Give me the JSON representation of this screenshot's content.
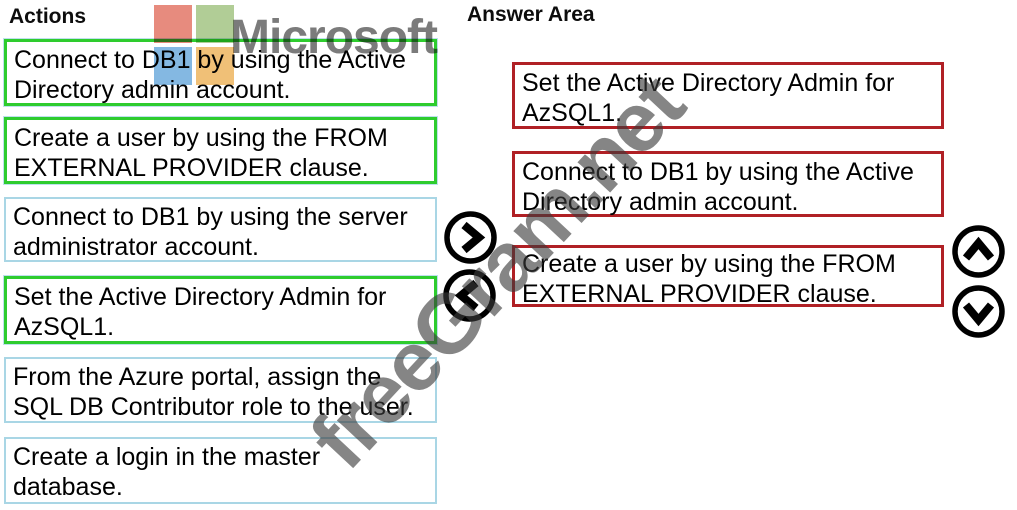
{
  "panel": {
    "actions_header": "Actions",
    "answer_header": "Answer Area"
  },
  "actions": [
    {
      "text": "Connect to DB1 by using the Active Directory admin account.",
      "state": "selected"
    },
    {
      "text": "Create a user by using the FROM EXTERNAL PROVIDER clause.",
      "state": "selected"
    },
    {
      "text": "Connect to DB1 by using the server administrator account.",
      "state": "available"
    },
    {
      "text": "Set the Active Directory Admin for AzSQL1.",
      "state": "selected"
    },
    {
      "text": "From the Azure portal, assign the SQL DB Contributor role to the user.",
      "state": "available"
    },
    {
      "text": "Create a login in the master database.",
      "state": "available"
    }
  ],
  "answer_area": [
    {
      "text": "Set the Active Directory Admin for AzSQL1."
    },
    {
      "text": "Connect to DB1 by using the Active Directory admin account."
    },
    {
      "text": "Create a user by using the FROM EXTERNAL PROVIDER clause."
    }
  ],
  "controls": {
    "move_right_icon": "chevron-right",
    "move_left_icon": "chevron-left",
    "move_up_icon": "chevron-up",
    "move_down_icon": "chevron-down"
  },
  "watermarks": {
    "brand_text": "Microsoft",
    "site_text": "freeGram.net"
  },
  "colors": {
    "selected_border": "#2ecc2e",
    "available_border": "#a9d6e5",
    "answer_border": "#b02025",
    "brand_gray": "#7b7b7b",
    "logo_red": "#e78b7e",
    "logo_green": "#b1cd96",
    "logo_blue": "#84b8e2",
    "logo_orange": "#f0c077"
  }
}
